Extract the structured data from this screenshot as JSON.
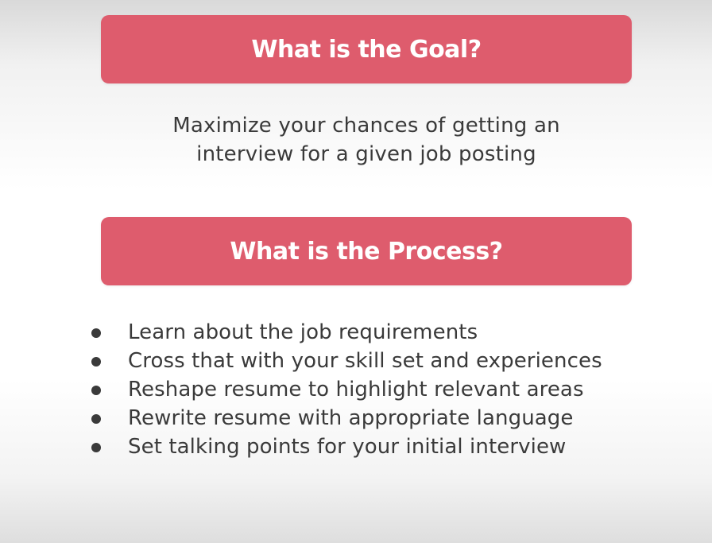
{
  "goal": {
    "heading": "What is the Goal?",
    "lines": [
      "Maximize your chances of getting an",
      "interview for a given job posting"
    ]
  },
  "process": {
    "heading": "What is the Process?",
    "items": [
      "Learn about the job requirements",
      "Cross that with your skill set and experiences",
      "Reshape resume to highlight relevant areas",
      "Rewrite resume with appropriate language",
      "Set talking points for your initial interview"
    ]
  },
  "colors": {
    "banner": "#de5c6d",
    "banner_text": "#ffffff",
    "body_text": "#3a3a3a"
  }
}
